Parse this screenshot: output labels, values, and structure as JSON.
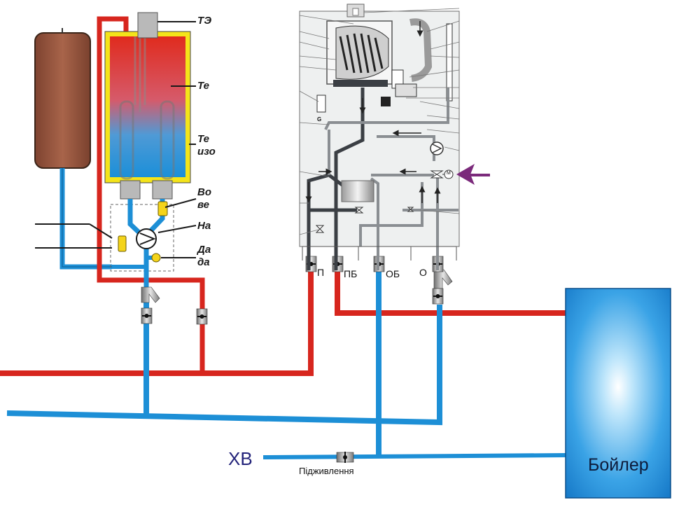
{
  "labels": {
    "left_unit": [
      "ТЭ",
      "Те",
      "Те",
      "изо",
      "Во",
      "ве",
      "На",
      "Да",
      "да"
    ],
    "ports": {
      "p": "П",
      "pb": "ПБ",
      "ob": "ОБ",
      "o": "О"
    },
    "xb": "ХВ",
    "podzhivlennya": "Підживлення",
    "boiler": "Бойлер",
    "gauge_g": "G",
    "motor_m": "M"
  },
  "colors": {
    "hot": "#d7261e",
    "cold": "#1d8fd6",
    "pipe_dark": "#3b3f44",
    "arrow": "#7b2a7b",
    "tank": "#9a5a3c",
    "boiler_light": "#cfeeff",
    "boiler_dark": "#1b84cf"
  }
}
